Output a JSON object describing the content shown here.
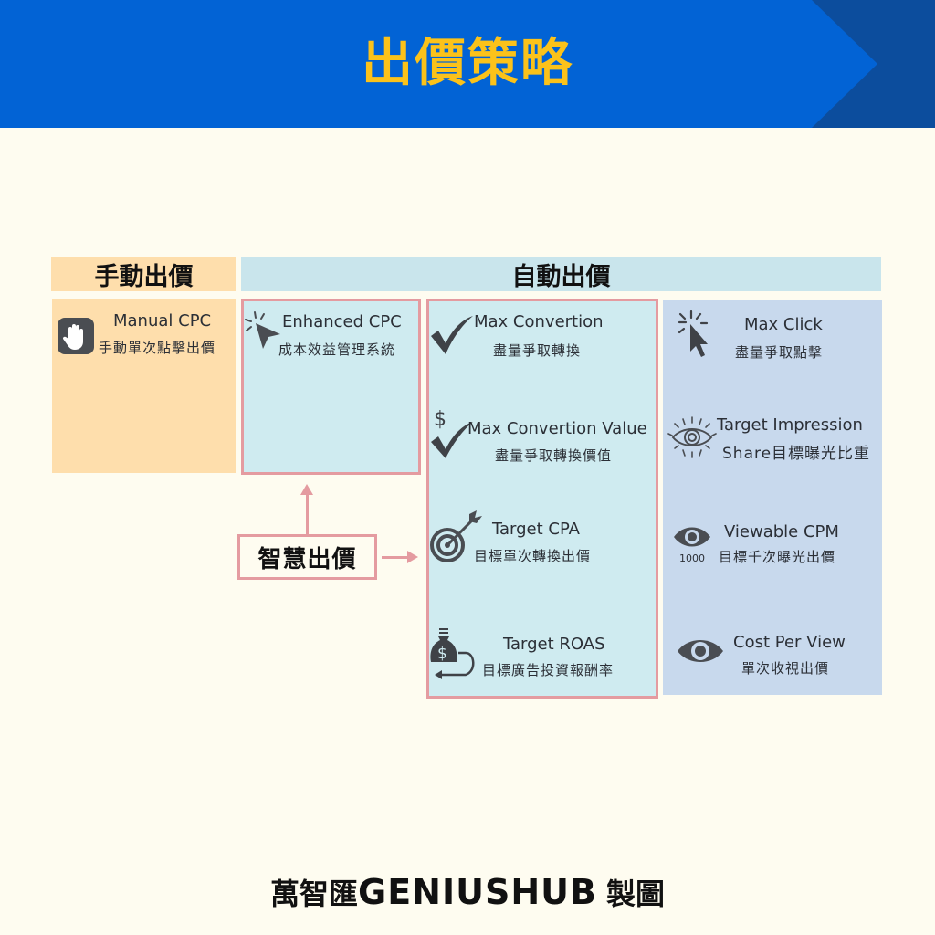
{
  "banner": {
    "title": "出價策略",
    "bg_color": "#0263d5",
    "accent_color": "#0c4d9d",
    "title_color": "#fbc21a"
  },
  "headers": {
    "manual": "手動出價",
    "auto": "自動出價"
  },
  "manual": {
    "items": [
      {
        "en": "Manual CPC",
        "zh": "手動單次點擊出價",
        "icon": "hand-stop-icon"
      }
    ]
  },
  "enhanced": {
    "items": [
      {
        "en": "Enhanced CPC",
        "zh": "成本效益管理系統",
        "icon": "cursor-click-icon"
      }
    ]
  },
  "smart": {
    "label": "智慧出價"
  },
  "auto_conversion": {
    "items": [
      {
        "en": "Max Convertion",
        "zh": "盡量爭取轉換",
        "icon": "checkmark-icon"
      },
      {
        "en": "Max Convertion Value",
        "zh": "盡量爭取轉換價值",
        "icon": "dollar-checkmark-icon"
      },
      {
        "en": "Target CPA",
        "zh": "目標單次轉換出價",
        "icon": "target-arrow-icon"
      },
      {
        "en": "Target ROAS",
        "zh": "目標廣告投資報酬率",
        "icon": "money-bag-return-icon"
      }
    ]
  },
  "auto_traffic": {
    "items": [
      {
        "en": "Max Click",
        "zh": "盡量爭取點擊",
        "icon": "cursor-click-icon"
      },
      {
        "en": "Target Impression",
        "zh": "Share目標曝光比重",
        "icon": "eye-rays-icon"
      },
      {
        "en": "Viewable CPM",
        "zh": "目標千次曝光出價",
        "icon": "eye-1000-icon",
        "badge": "1000"
      },
      {
        "en": "Cost Per View",
        "zh": "單次收視出價",
        "icon": "eye-icon"
      }
    ]
  },
  "footer": {
    "prefix": "萬智匯",
    "brand": "GENIUSHUB",
    "suffix": "製圖"
  }
}
